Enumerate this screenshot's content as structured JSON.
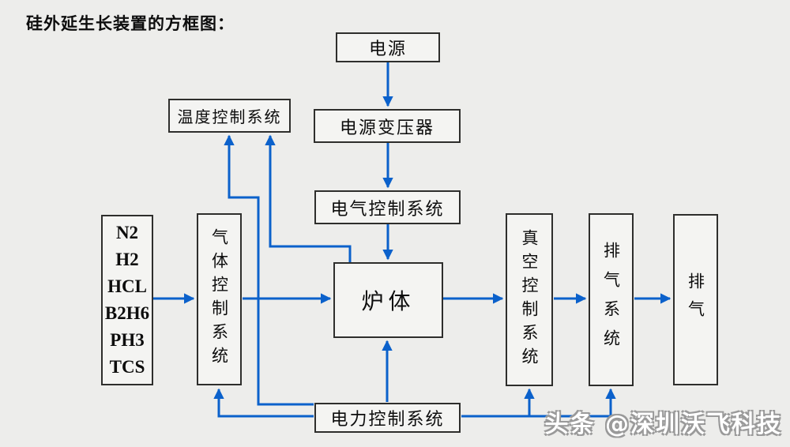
{
  "title": "硅外延生长装置的方框图：",
  "nodes": {
    "power": "电源",
    "transformer": "电源变压器",
    "electric_control": "电气控制系统",
    "temp_control": "温度控制系统",
    "gases": [
      "N2",
      "H2",
      "HCL",
      "B2H6",
      "PH3",
      "TCS"
    ],
    "gas_control": "气体控制系统",
    "furnace": "炉体",
    "vacuum_control": "真空控制系统",
    "exhaust_system": "排气系统",
    "exhaust": "排气",
    "power_control": "电力控制系统"
  },
  "watermark": "头条 @深圳沃飞科技",
  "colors": {
    "arrow": "#0b61cb",
    "border": "#2e2e2c",
    "background": "#ededeb",
    "box_fill": "#f4f4f2",
    "text": "#0d0d0d",
    "watermark": "#ffffff",
    "watermark_shadow": "#9a9a9a"
  }
}
